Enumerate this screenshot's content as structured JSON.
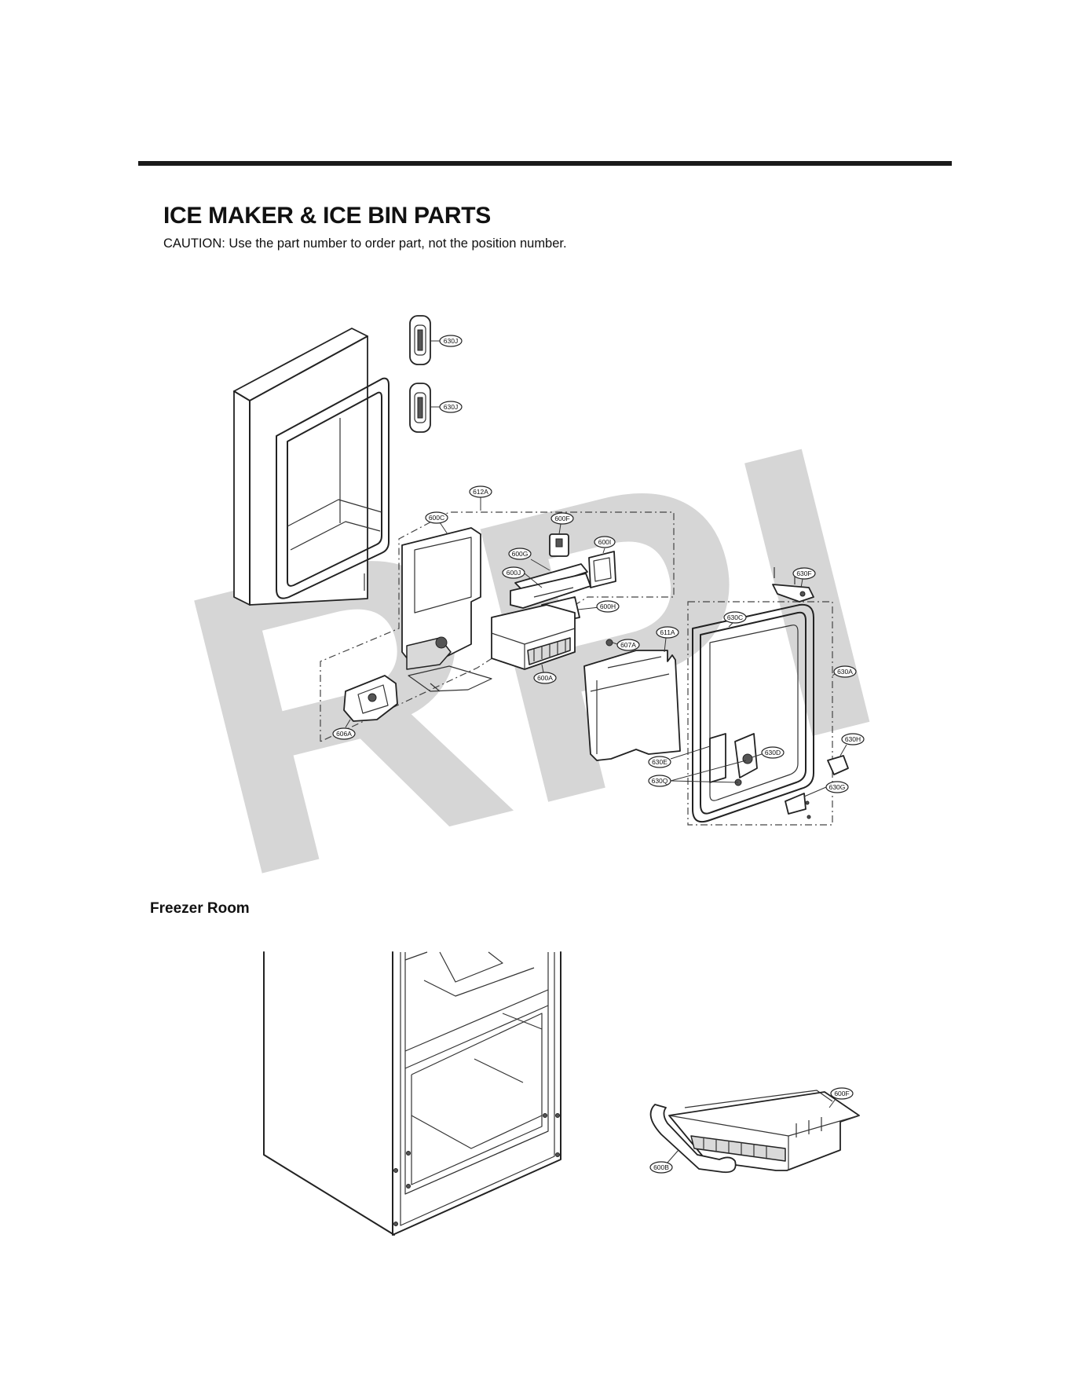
{
  "page": {
    "title": "ICE MAKER & ICE BIN PARTS",
    "caution": "CAUTION: Use the part number to order part, not the position number.",
    "section_label": "Freezer Room",
    "watermark": "RPI"
  },
  "callouts_upper": [
    "630J",
    "630J",
    "612A",
    "600C",
    "600F",
    "600I",
    "600G",
    "600J",
    "600H",
    "630F",
    "630C",
    "607A",
    "611A",
    "600A",
    "630A",
    "606A",
    "630H",
    "630E",
    "630D",
    "630Q",
    "630G"
  ],
  "callouts_lower": [
    "600F",
    "600B"
  ]
}
